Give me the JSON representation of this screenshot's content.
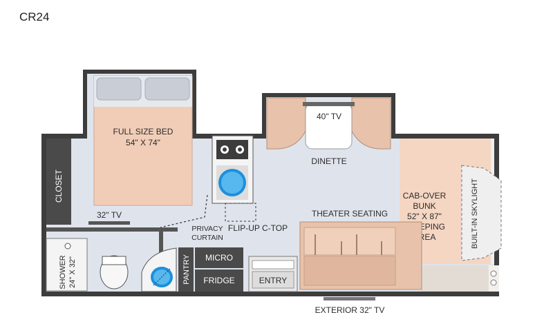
{
  "model": "CR24",
  "labels": {
    "bed": "FULL SIZE BED",
    "bed_size": "54\" X 74\"",
    "closet": "CLOSET",
    "tv_bedroom": "32\" TV",
    "privacy_curtain_1": "PRIVACY",
    "privacy_curtain_2": "CURTAIN",
    "flip_up": "FLIP-UP C-TOP",
    "dinette_tv": "40\" TV",
    "dinette": "DINETTE",
    "theater": "THEATER SEATING",
    "cab_bunk_1": "CAB-OVER",
    "cab_bunk_2": "BUNK",
    "cab_bunk_3": "52\" X 87\"",
    "cab_bunk_4": "SLEEPING",
    "cab_bunk_5": "AREA",
    "skylight": "BUILT-IN SKYLIGHT",
    "shower_1": "SHOWER",
    "shower_2": "24\" X 32\"",
    "pantry": "PANTRY",
    "micro": "MICRO",
    "fridge": "FRIDGE",
    "entry": "ENTRY",
    "exterior_tv": "EXTERIOR 32\" TV"
  }
}
